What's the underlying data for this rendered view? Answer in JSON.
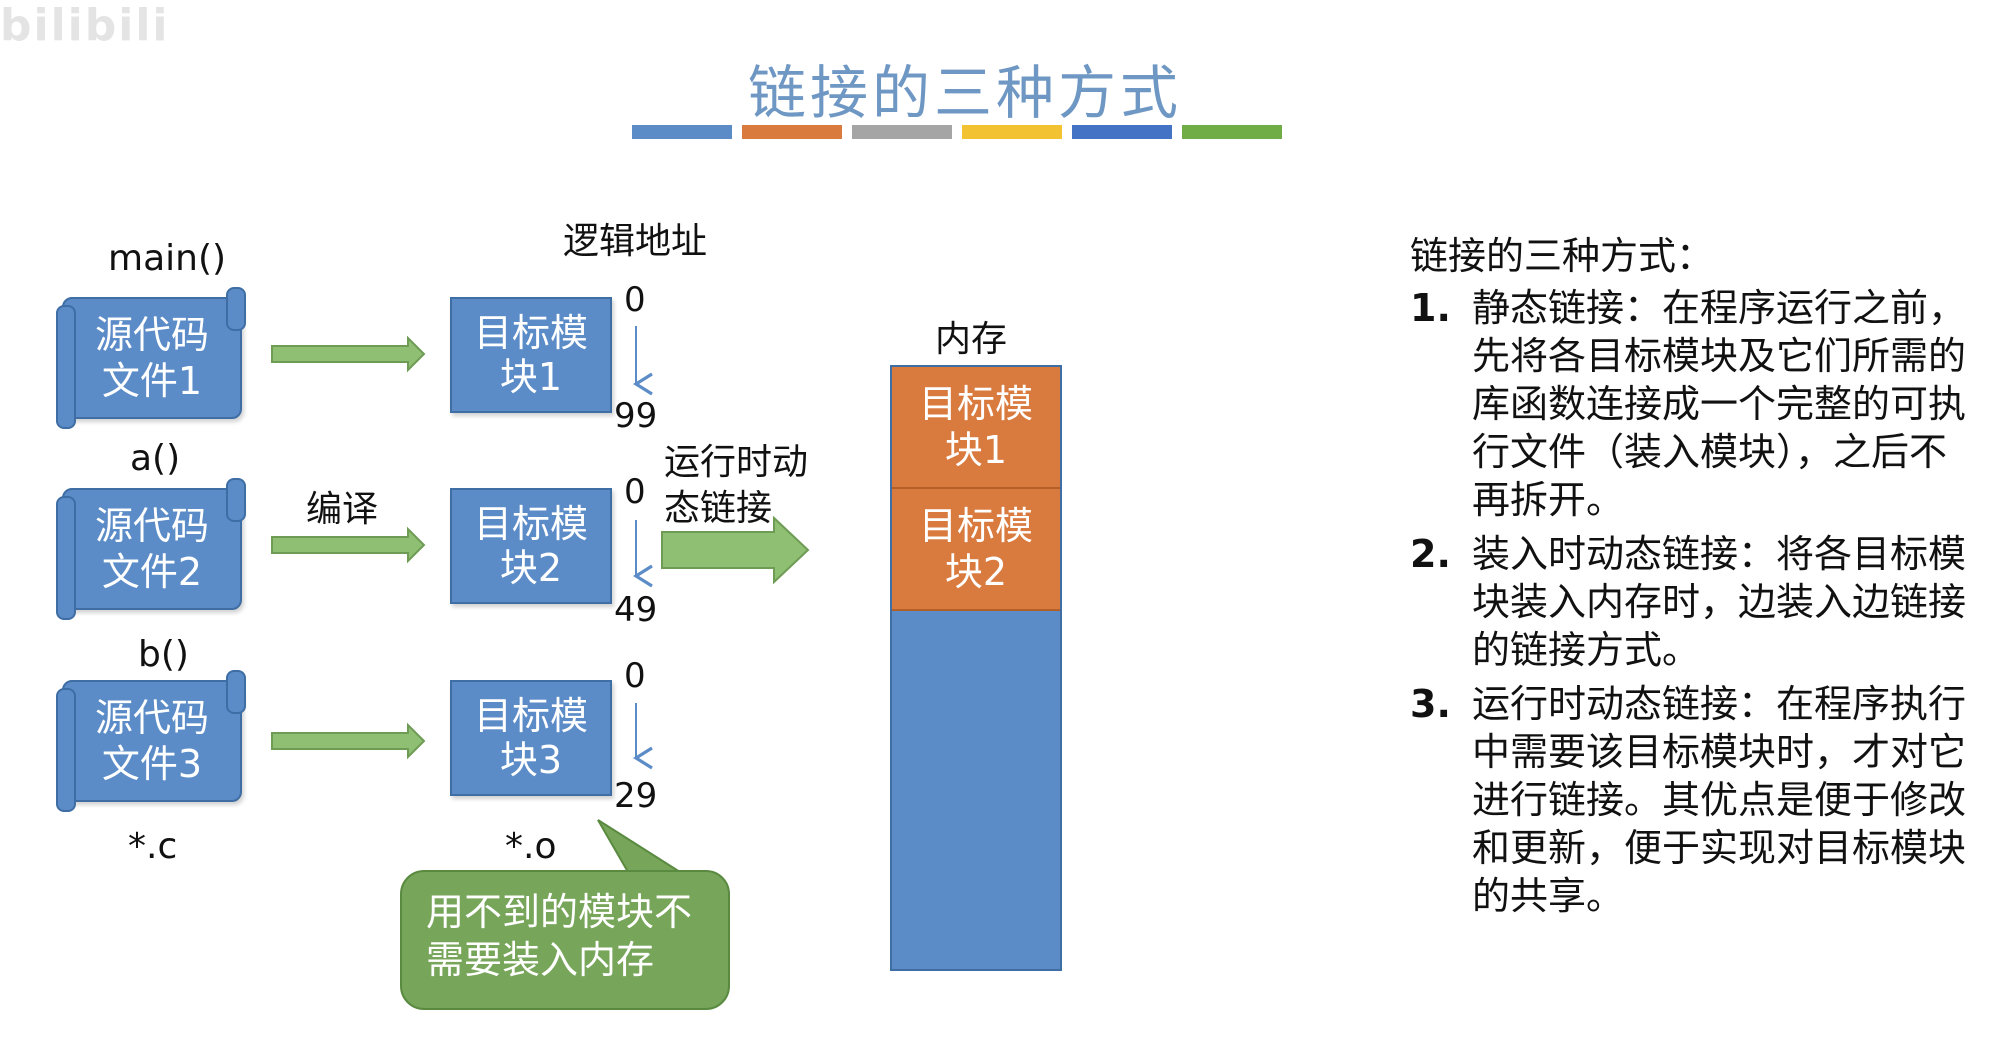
{
  "watermark": "bilibili",
  "title": "链接的三种方式",
  "title_bar_colors": [
    "#5b8cc8",
    "#d97a3e",
    "#a5a5a5",
    "#f2c232",
    "#4472c4",
    "#70ad47"
  ],
  "labels": {
    "logical_address": "逻辑地址",
    "compile": "编译",
    "memory": "内存",
    "runtime_link": [
      "运行时动",
      "态链接"
    ],
    "ext_c": "*.c",
    "ext_o": "*.o"
  },
  "sources": [
    {
      "func": "main()",
      "lines": [
        "源代码",
        "文件1"
      ]
    },
    {
      "func": "a()",
      "lines": [
        "源代码",
        "文件2"
      ]
    },
    {
      "func": "b()",
      "lines": [
        "源代码",
        "文件3"
      ]
    }
  ],
  "modules": [
    {
      "lines": [
        "目标模",
        "块1"
      ],
      "start": "0",
      "end": "99"
    },
    {
      "lines": [
        "目标模",
        "块2"
      ],
      "start": "0",
      "end": "49"
    },
    {
      "lines": [
        "目标模",
        "块3"
      ],
      "start": "0",
      "end": "29"
    }
  ],
  "memory_modules": [
    {
      "lines": [
        "目标模",
        "块1"
      ]
    },
    {
      "lines": [
        "目标模",
        "块2"
      ]
    }
  ],
  "callout": [
    "用不到的模块不",
    "需要装入内存"
  ],
  "description": {
    "heading": "链接的三种方式：",
    "items": [
      {
        "num": "1.",
        "text": "静态链接：在程序运行之前，先将各目标模块及它们所需的库函数连接成一个完整的可执行文件（装入模块），之后不再拆开。"
      },
      {
        "num": "2.",
        "text": "装入时动态链接：将各目标模块装入内存时，边装入边链接的链接方式。"
      },
      {
        "num": "3.",
        "text": "运行时动态链接：在程序执行中需要该目标模块时，才对它进行链接。其优点是便于修改和更新，便于实现对目标模块的共享。"
      }
    ]
  },
  "colors": {
    "module_blue": "#5b8cc8",
    "module_orange": "#d97a3e",
    "arrow_green": "#8fbf73",
    "callout_green": "#77a55a",
    "title_blue": "#6f97c3"
  }
}
